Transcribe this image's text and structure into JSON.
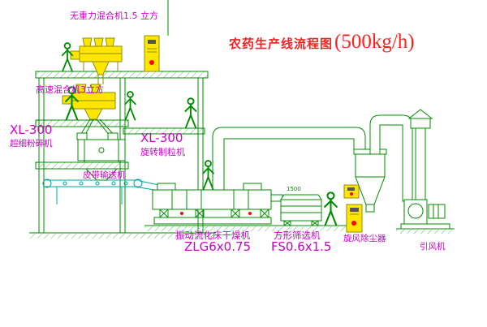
{
  "title": {
    "text": "农药生产线流程图",
    "capacity": "(500kg/h)"
  },
  "labels": {
    "top_mixer": "无重力混合机1.5 立方",
    "high_speed_mixer": "高速混合机3立方",
    "left_machine": {
      "model": "XL-300",
      "name": "超细粉碎机"
    },
    "center_machine": {
      "model": "XL-300",
      "name": "旋转制粒机"
    },
    "belt_conveyor": "皮带输送机",
    "dryer": {
      "name": "振动流化床干燥机",
      "model": "ZLG6x0.75"
    },
    "sifter": {
      "name": "方形筛选机",
      "model": "FS0.6x1.5",
      "dim": "1500"
    },
    "cyclone": "旋风除尘器",
    "fan": "引风机"
  },
  "colors": {
    "line_green": "#008c00",
    "line_cyan": "#00a3a3",
    "equipment_yellow": "#ffe600",
    "label_magenta": "#cc00cc",
    "title_red": "#ff1f1f",
    "dot_red": "#ff0000",
    "hatch_green": "#5cb85c",
    "background": "#ffffff"
  }
}
